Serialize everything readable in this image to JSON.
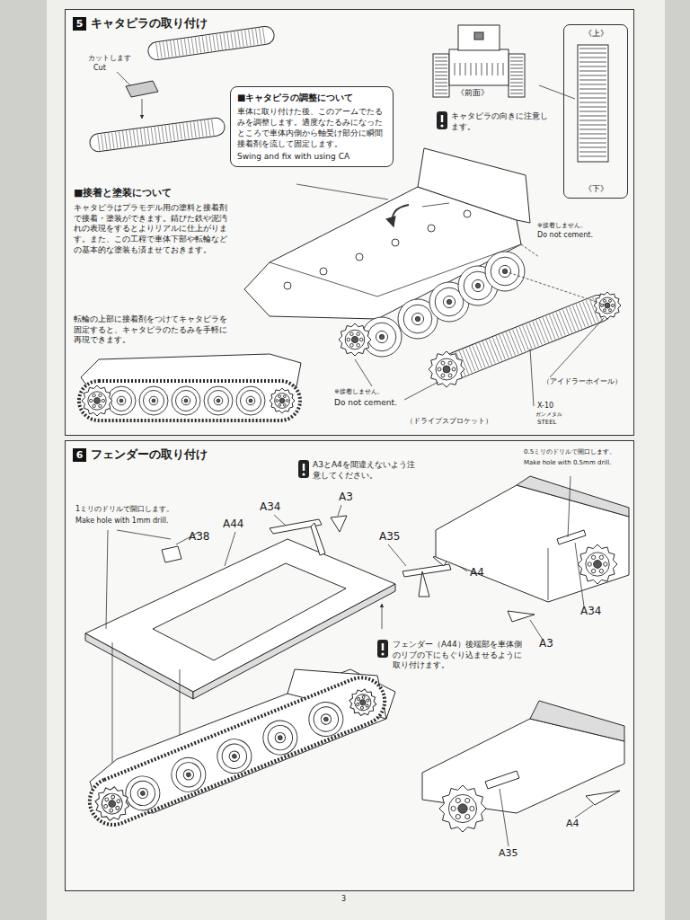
{
  "diagram": {
    "nodes": [
      {
        "text": [
          "5",
          "キャタピラの取り付け"
        ]
      },
      {
        "text": [
          "6",
          "フェンダーの取り付け"
        ]
      },
      {
        "text": [
          "■キャタピラの調整について",
          "車体に取り付けた後、このアームでたるみを調整します。適度なたるみになったところで車体内側から軸受け部分に瞬間接着剤を流して固定します。",
          "Swing and fix with using CA"
        ],
        "in": 0
      },
      {
        "text": [
          "《上》",
          "《下》"
        ],
        "in": 0
      }
    ],
    "labels": [
      "カットします",
      "Cut",
      "■接着と塗装について",
      "キャタピラはプラモデル用の塗料と接着剤で接着・塗装ができます。錆びた鉄や泥汚れの表現をするとよりリアルに仕上がります。また、この工程で車体下部や転輪などの基本的な塗装も済ませておきます。",
      "転輪の上部に接着剤をつけてキャタピラを固定すると、キャタピラのたるみを手軽に再現できます。",
      "《前面》",
      "キャタピラの向きに注意します。",
      "※接着しません。",
      "Do not cement.",
      "（アイドラーホイール）",
      "※接着しません。",
      "Do not cement.",
      "（ドライブスプロケット）",
      "X-10",
      "ガンメタル",
      "STEEL",
      "1ミリのドリルで開口します。",
      "Make hole with 1mm drill.",
      "A38",
      "A44",
      "A34",
      "A3",
      "A3とA4を間違えないよう注意してください。",
      "A35",
      "A4",
      "0.5ミリのドリルで開口します。",
      "Make hole with 0.5mm drill.",
      "A34",
      "A3",
      "フェンダー（A44）後端部を車体側のリブの下にもぐり込ませるように取り付けます。",
      "A35",
      "A4",
      "3"
    ]
  }
}
